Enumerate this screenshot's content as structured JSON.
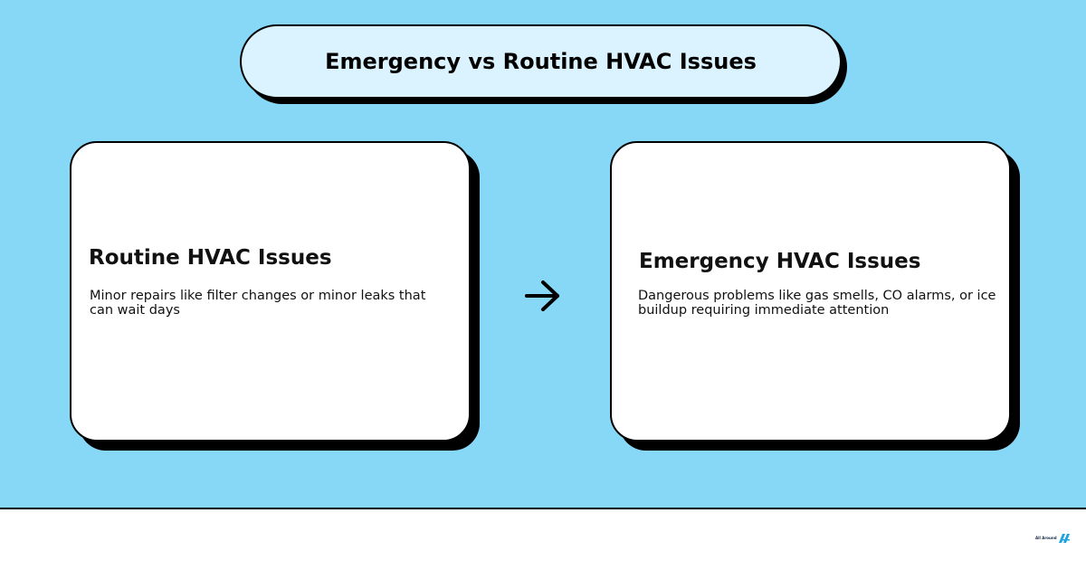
{
  "title": "Emergency vs Routine HVAC Issues",
  "cards": [
    {
      "title": "Routine HVAC Issues",
      "description": "Minor repairs like filter changes or minor leaks that can wait days"
    },
    {
      "title": "Emergency HVAC Issues",
      "description": "Dangerous problems like gas smells, CO alarms, or ice buildup requiring immediate attention"
    }
  ],
  "logo": {
    "text": "All Around",
    "icon": "aa-logo-icon",
    "color": "#1ea3e0"
  },
  "colors": {
    "background": "#87d7f7",
    "title_pill": "#daf3fe",
    "card": "#ffffff",
    "shadow": "#000000"
  },
  "icons": {
    "connector": "arrow-right-icon"
  }
}
